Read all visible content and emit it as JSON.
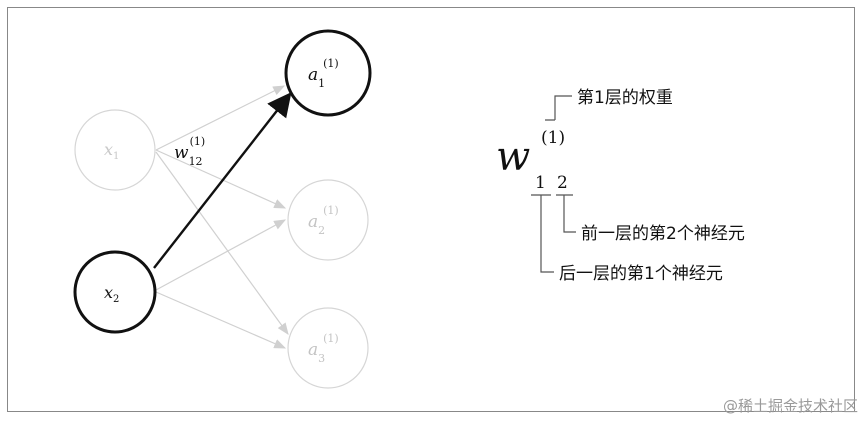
{
  "network": {
    "inputs": [
      {
        "base": "x",
        "sub": "1",
        "active": false
      },
      {
        "base": "x",
        "sub": "2",
        "active": true
      }
    ],
    "outputs": [
      {
        "base": "a",
        "sub": "1",
        "sup": "(1)",
        "active": true
      },
      {
        "base": "a",
        "sub": "2",
        "sup": "(1)",
        "active": false
      },
      {
        "base": "a",
        "sub": "3",
        "sup": "(1)",
        "active": false
      }
    ],
    "weight_label": {
      "base": "w",
      "sub": "12",
      "sup": "(1)"
    }
  },
  "notation": {
    "symbol": "w",
    "superscript": "(1)",
    "sub_first": "1",
    "sub_second": "2",
    "annotation_layer": "第1层的权重",
    "annotation_prev": "前一层的第2个神经元",
    "annotation_next": "后一层的第1个神经元"
  },
  "watermark": "@稀土掘金技术社区"
}
